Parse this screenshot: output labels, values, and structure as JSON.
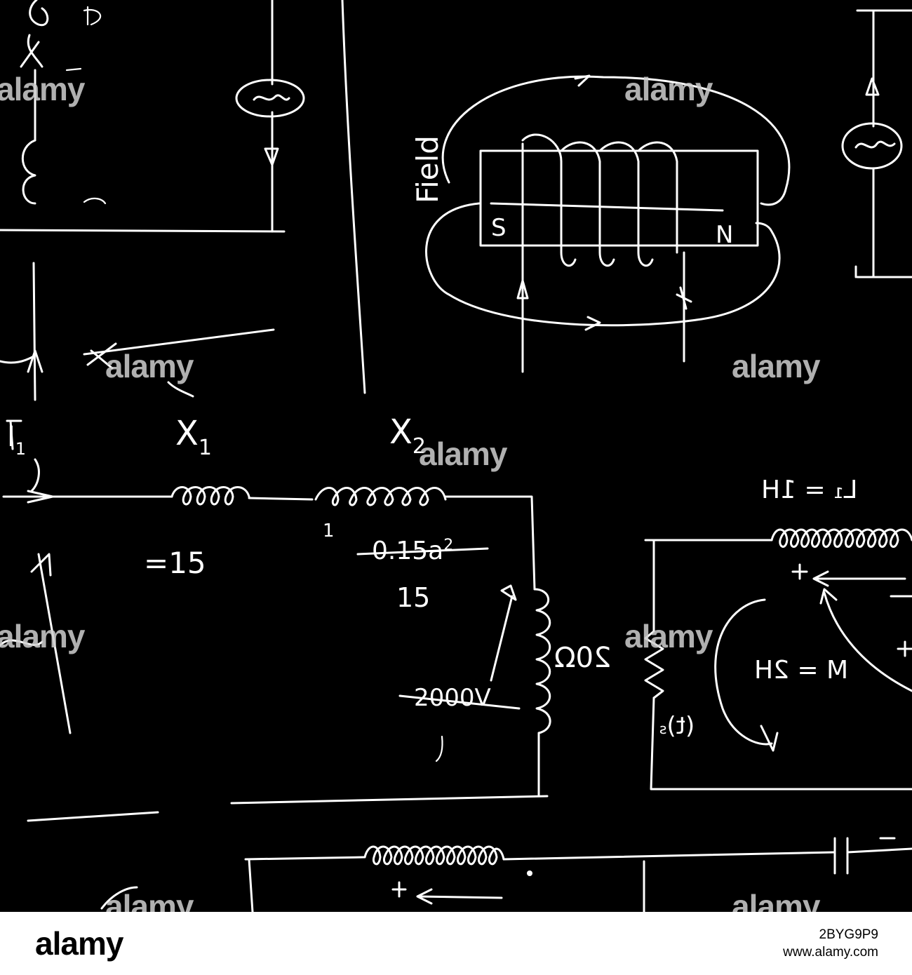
{
  "board": {
    "labels": {
      "field": "Field",
      "x1": "X",
      "x1_sub": "1",
      "x2": "X",
      "x2_sub": "2",
      "eq15": "=15",
      "strike_value": "0.15a",
      "strike_sup": "2",
      "fifteen": "15",
      "twenty_ohm": "20Ω",
      "strike_2000": "2000V",
      "m_eq": "M = 2H",
      "l1_eq": "L₁ = 1H",
      "es": "(t)",
      "es_sub": "s",
      "i1": "I",
      "i1_sub": "1",
      "coil_n": "N",
      "coil_s": "S",
      "tick_mark": "1"
    },
    "watermark": {
      "text": "alamy"
    }
  },
  "footer": {
    "logo": "alamy",
    "image_id": "2BYG9P9",
    "site": "www.alamy.com"
  }
}
